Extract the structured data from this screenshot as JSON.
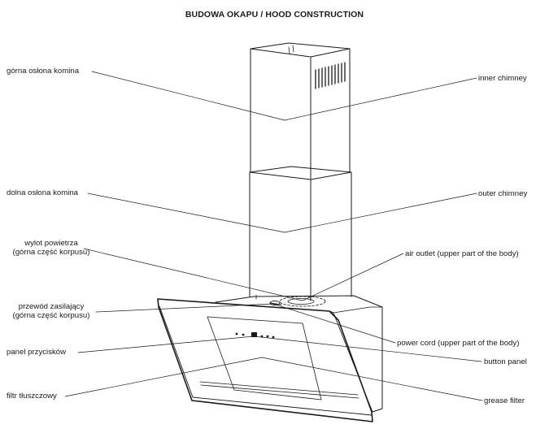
{
  "title": "BUDOWA OKAPU / HOOD CONSTRUCTION",
  "labels_left": {
    "gorna_oslona": "górna osłona komina",
    "dolna_oslona": "dolna osłona komina",
    "wylot_1": "wylot powietrza",
    "wylot_2": "(górna część korpusu)",
    "przewod_1": "przewód zasilający",
    "przewod_2": "(górna część korpusu)",
    "panel": "panel przycisków",
    "filtr": "filtr tłuszczowy"
  },
  "labels_right": {
    "inner_chimney": "inner chimney",
    "outer_chimney": "outer chimney",
    "air_outlet": "air outlet (upper part of the body)",
    "power_cord": "power cord (upper part of the body)",
    "button_panel": "button panel",
    "grease_filter": "grease filter"
  },
  "colors": {
    "line": "#1a1a1a",
    "background": "#ffffff"
  }
}
